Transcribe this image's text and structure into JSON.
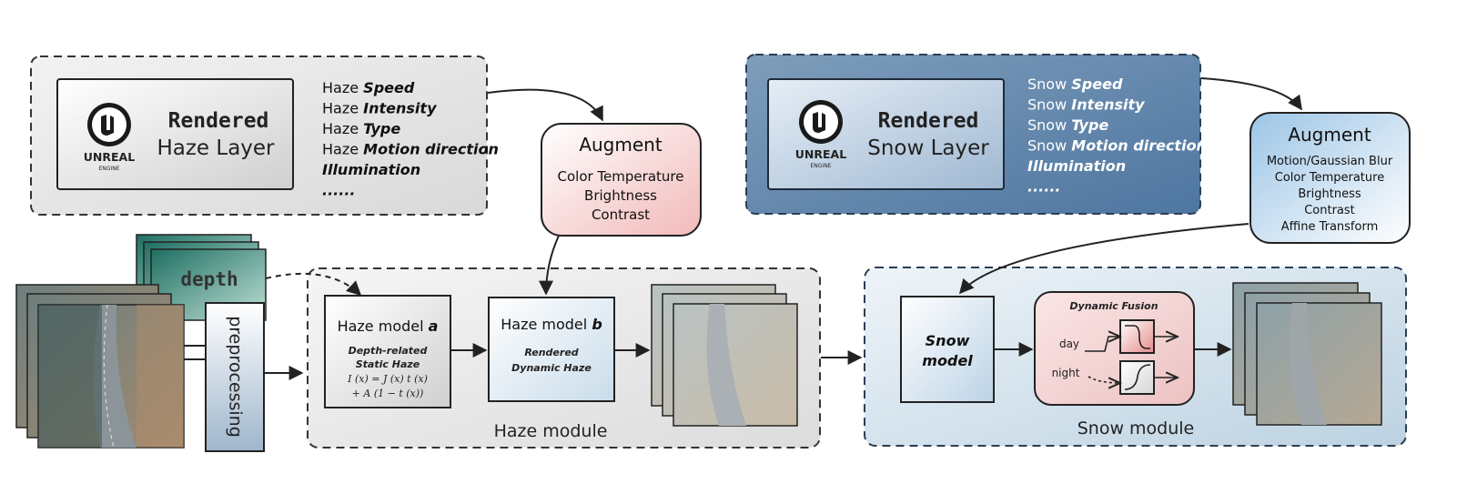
{
  "haze_layer": {
    "logo_line1": "UNREAL",
    "logo_line2": "ENGINE",
    "title_bold": "Rendered",
    "title_rest": "Haze Layer",
    "params": [
      {
        "prefix": "Haze ",
        "emph": "Speed"
      },
      {
        "prefix": "Haze ",
        "emph": "Intensity"
      },
      {
        "prefix": "Haze ",
        "emph": "Type"
      },
      {
        "prefix": "Haze ",
        "emph": "Motion direction"
      },
      {
        "prefix": "",
        "emph": "Illumination"
      },
      {
        "prefix": "",
        "emph": "......"
      }
    ]
  },
  "snow_layer": {
    "logo_line1": "UNREAL",
    "logo_line2": "ENGINE",
    "title_bold": "Rendered",
    "title_rest": "Snow Layer",
    "params": [
      {
        "prefix": "Snow ",
        "emph": "Speed"
      },
      {
        "prefix": "Snow ",
        "emph": "Intensity"
      },
      {
        "prefix": "Snow ",
        "emph": "Type"
      },
      {
        "prefix": "Snow ",
        "emph": "Motion direction"
      },
      {
        "prefix": "",
        "emph": "Illumination"
      },
      {
        "prefix": "",
        "emph": "......"
      }
    ]
  },
  "augment_haze": {
    "title": "Augment",
    "items": [
      "Color Temperature",
      "Brightness",
      "Contrast"
    ]
  },
  "augment_snow": {
    "title": "Augment",
    "items": [
      "Motion/Gaussian Blur",
      "Color Temperature",
      "Brightness",
      "Contrast",
      "Affine Transform"
    ]
  },
  "input": {
    "depth_label": "depth",
    "preprocessing_label": "preprocessing"
  },
  "haze_module": {
    "label": "Haze module",
    "model_a": {
      "title": "Haze model ",
      "letter": "a",
      "sub1": "Depth-related",
      "sub2": "Static Haze",
      "eq1": "I (x) = J (x) t (x)",
      "eq2": "+ A (1 − t (x))"
    },
    "model_b": {
      "title": "Haze model ",
      "letter": "b",
      "sub1": "Rendered",
      "sub2": "Dynamic Haze"
    }
  },
  "snow_module": {
    "label": "Snow module",
    "snow_model_line1": "Snow",
    "snow_model_line2": "model",
    "fusion": {
      "title": "Dynamic Fusion",
      "day": "day",
      "night": "night"
    }
  },
  "colors": {
    "snow_panel": "#5f84aa",
    "haze_augment": "#f4c8c8",
    "snow_augment": "#b5d3ea",
    "fusion_bg": "#f1cfcf",
    "road_dark": "#3a4a4f"
  }
}
